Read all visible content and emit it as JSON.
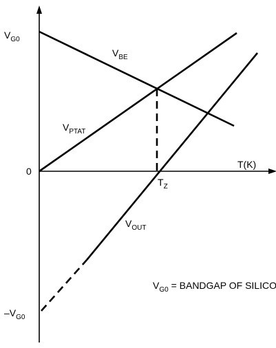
{
  "labels": {
    "vg0": {
      "main": "V",
      "sub": "G0"
    },
    "zero": "0",
    "neg_vg0": {
      "main": "–V",
      "sub": "G0"
    },
    "vbe": {
      "main": "V",
      "sub": "BE"
    },
    "vptat": {
      "main": "V",
      "sub": "PTAT"
    },
    "tz": {
      "main": "T",
      "sub": "Z"
    },
    "vout": {
      "main": "V",
      "sub": "OUT"
    },
    "x_axis": "T(K)",
    "note": {
      "main": "V",
      "sub": "G0",
      "rest": " = BANDGAP OF SILICON"
    }
  },
  "colors": {
    "stroke": "#000000",
    "background": "#ffffff"
  }
}
